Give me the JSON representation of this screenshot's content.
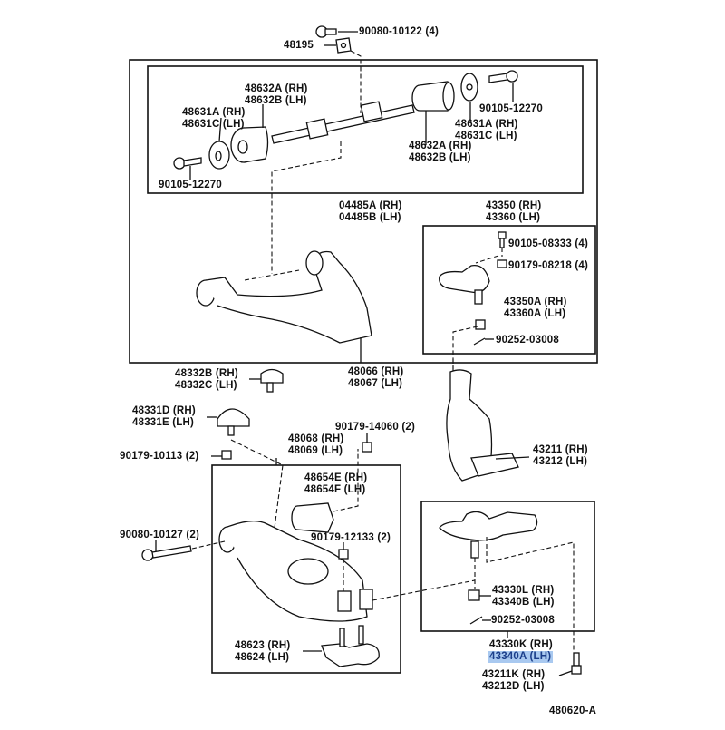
{
  "diagram": {
    "title_code": "480620-A",
    "labels": {
      "bolt_top": "90080-10122 (4)",
      "plate_top": "48195",
      "bushing_l_1": "48632A (RH)",
      "bushing_l_2": "48632B (LH)",
      "washer_l_1": "48631A (RH)",
      "washer_l_2": "48631C (LH)",
      "bolt_l": "90105-12270",
      "bolt_r": "90105-12270",
      "washer_r_1": "48631A (RH)",
      "washer_r_2": "48631C (LH)",
      "bushing_r_1": "48632A (RH)",
      "bushing_r_2": "48632B (LH)",
      "shaft_kit_1": "04485A (RH)",
      "shaft_kit_2": "04485B (LH)",
      "upper_ball_joint_1": "43350 (RH)",
      "upper_ball_joint_2": "43360 (LH)",
      "bolt_ubj": "90105-08333 (4)",
      "nut_ubj": "90179-08218 (4)",
      "upper_ball_1": "43350A (RH)",
      "upper_ball_2": "43360A (LH)",
      "cotter_upper": "90252-03008",
      "bumper_upper_1": "48332B (RH)",
      "bumper_upper_2": "48332C (LH)",
      "upper_arm_1": "48066 (RH)",
      "upper_arm_2": "48067 (LH)",
      "bumper_lower_1": "48331D (RH)",
      "bumper_lower_2": "48331E (LH)",
      "nut_bumper": "90179-10113 (2)",
      "nut_lower_top": "90179-14060 (2)",
      "lower_arm_1": "48068 (RH)",
      "lower_arm_2": "48069 (LH)",
      "lower_bushing_1": "48654E (RH)",
      "lower_bushing_2": "48654F (LH)",
      "knuckle_1": "43211 (RH)",
      "knuckle_2": "43212 (LH)",
      "bolt_lower": "90080-10127 (2)",
      "nut_lower": "90179-12133 (2)",
      "nut_lbj_1": "43330L (RH)",
      "nut_lbj_2": "43340B (LH)",
      "cotter_lower": "90252-03008",
      "lower_ball_joint_1": "43330K (RH)",
      "lower_ball_joint_2": "43340A (LH)",
      "knuckle_bolt_1": "43211K (RH)",
      "knuckle_bolt_2": "43212D (LH)",
      "spring_seat_1": "48623 (RH)",
      "spring_seat_2": "48624 (LH)"
    },
    "highlighted_part": "43340A (LH)",
    "highlight_color": "#a9c9f0"
  }
}
